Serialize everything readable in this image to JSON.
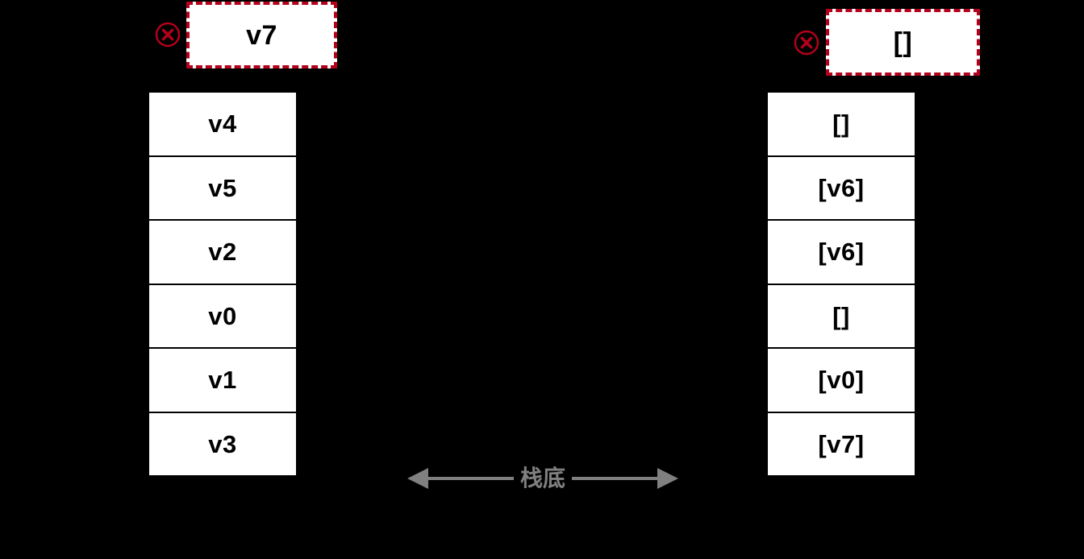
{
  "diagram": {
    "title": "Stack operation diagram",
    "background_color": "#000000",
    "accent_color": "#b3001b",
    "cell_fill_color": "#ffffff",
    "cell_border_color": "#000000",
    "annotation_color": "#808080"
  },
  "left_stack": {
    "name": "value-stack",
    "pending": {
      "label": "v7",
      "marker_icon": "x-circle-icon",
      "marker_color": "#b3001b",
      "border_style": "dashed"
    },
    "cells": [
      {
        "label": "v4"
      },
      {
        "label": "v5"
      },
      {
        "label": "v2"
      },
      {
        "label": "v0"
      },
      {
        "label": "v1"
      },
      {
        "label": "v3"
      }
    ]
  },
  "right_stack": {
    "name": "list-stack",
    "pending": {
      "label": "[]",
      "marker_icon": "x-circle-icon",
      "marker_color": "#b3001b",
      "border_style": "dashed"
    },
    "cells": [
      {
        "label": "[]"
      },
      {
        "label": "[v6]"
      },
      {
        "label": "[v6]"
      },
      {
        "label": "[]"
      },
      {
        "label": "[v0]"
      },
      {
        "label": "[v7]"
      }
    ]
  },
  "annotation": {
    "label": "栈底",
    "arrow_style": "double-headed",
    "color": "#808080"
  }
}
